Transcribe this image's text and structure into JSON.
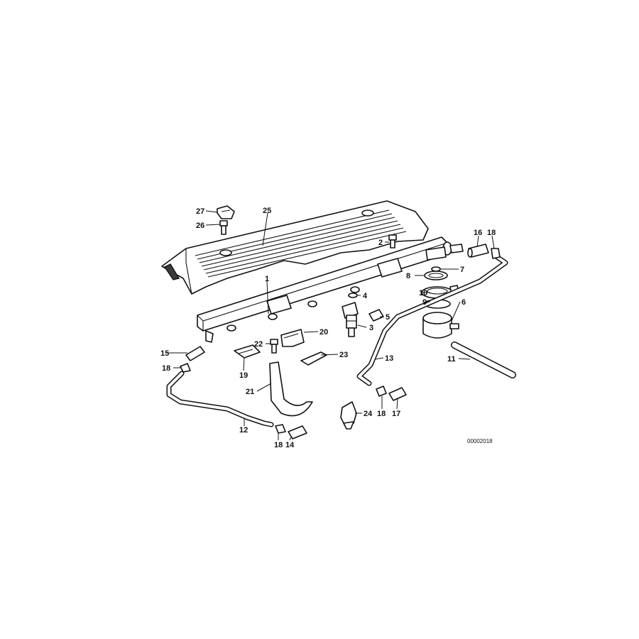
{
  "callouts": {
    "c1": "1",
    "c2": "2",
    "c3": "3",
    "c4": "4",
    "c5": "5",
    "c6": "6",
    "c7": "7",
    "c8": "8",
    "c9": "9",
    "c10": "10",
    "c11": "11",
    "c12": "12",
    "c13": "13",
    "c14": "14",
    "c15": "15",
    "c16": "16",
    "c17": "17",
    "c18a": "18",
    "c18b": "18",
    "c18c": "18",
    "c18d": "18",
    "c19": "19",
    "c20": "20",
    "c21": "21",
    "c22": "22",
    "c23": "23",
    "c24": "24",
    "c25": "25",
    "c26": "26",
    "c27": "27"
  },
  "reference_code": "00002018"
}
